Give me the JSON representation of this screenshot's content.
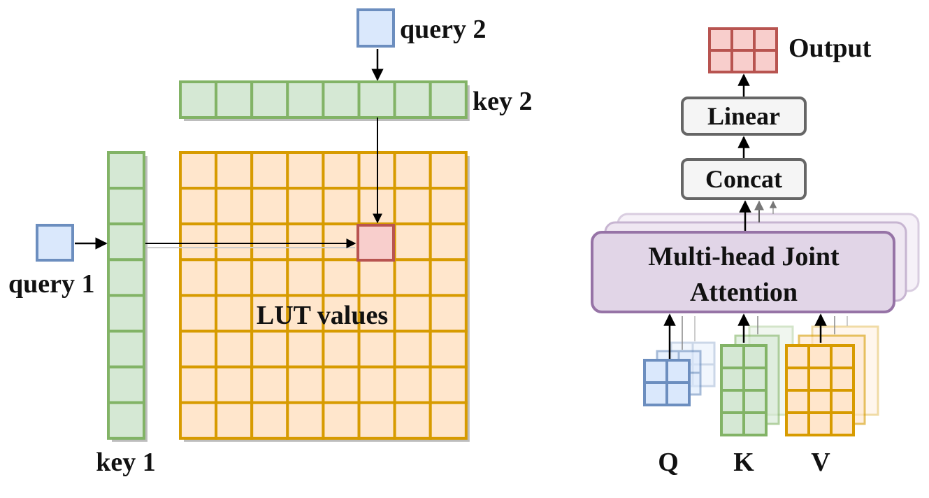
{
  "labels": {
    "query1": "query 1",
    "query2": "query 2",
    "key1": "key 1",
    "key2": "key 2",
    "lut": "LUT values",
    "output": "Output",
    "linear": "Linear",
    "concat": "Concat",
    "attention_line1": "Multi-head Joint",
    "attention_line2": "Attention",
    "q": "Q",
    "k": "K",
    "v": "V"
  },
  "lut_grid": {
    "rows": 8,
    "cols": 8,
    "selected_row": 2,
    "selected_col": 5
  },
  "key1_cells": 8,
  "key2_cells": 8,
  "colors": {
    "blue_fill": "#dae8fc",
    "blue_stroke": "#6c8ebf",
    "green_fill": "#d5e8d4",
    "green_stroke": "#82b366",
    "orange_fill": "#ffe6cc",
    "orange_stroke": "#d79b00",
    "red_fill": "#f8cecc",
    "red_stroke": "#b85450",
    "purple_fill": "#e1d5e7",
    "purple_stroke": "#9673a6",
    "gray_fill": "#f5f5f5",
    "gray_stroke": "#666666"
  }
}
